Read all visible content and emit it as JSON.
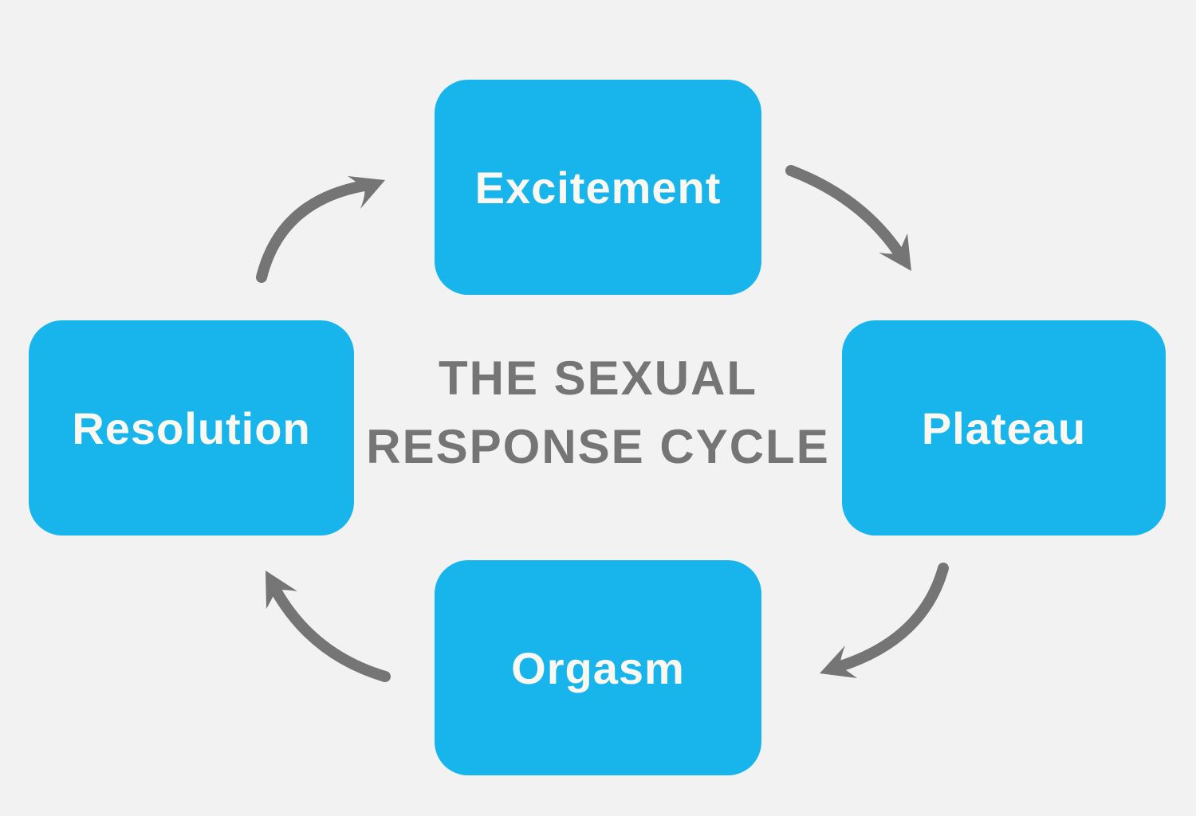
{
  "title": {
    "lines": [
      "THE SEXUAL",
      "RESPONSE CYCLE"
    ],
    "full": "THE SEXUAL RESPONSE CYCLE"
  },
  "stages": [
    {
      "id": "excitement",
      "label": "Excitement",
      "position": "top"
    },
    {
      "id": "plateau",
      "label": "Plateau",
      "position": "right"
    },
    {
      "id": "orgasm",
      "label": "Orgasm",
      "position": "bottom"
    },
    {
      "id": "resolution",
      "label": "Resolution",
      "position": "left"
    }
  ],
  "connections": [
    {
      "icon": "curved-arrow-icon",
      "from": "Resolution",
      "to": "Excitement",
      "corner": "top-left"
    },
    {
      "icon": "curved-arrow-icon",
      "from": "Excitement",
      "to": "Plateau",
      "corner": "top-right"
    },
    {
      "icon": "curved-arrow-icon",
      "from": "Plateau",
      "to": "Orgasm",
      "corner": "bottom-right"
    },
    {
      "icon": "curved-arrow-icon",
      "from": "Orgasm",
      "to": "Resolution",
      "corner": "bottom-left"
    }
  ],
  "colors": {
    "background": "#f2f2f2",
    "box": "#18b5ec",
    "box_text": "#faf8f1",
    "title": "#757575",
    "arrow": "#757575"
  }
}
